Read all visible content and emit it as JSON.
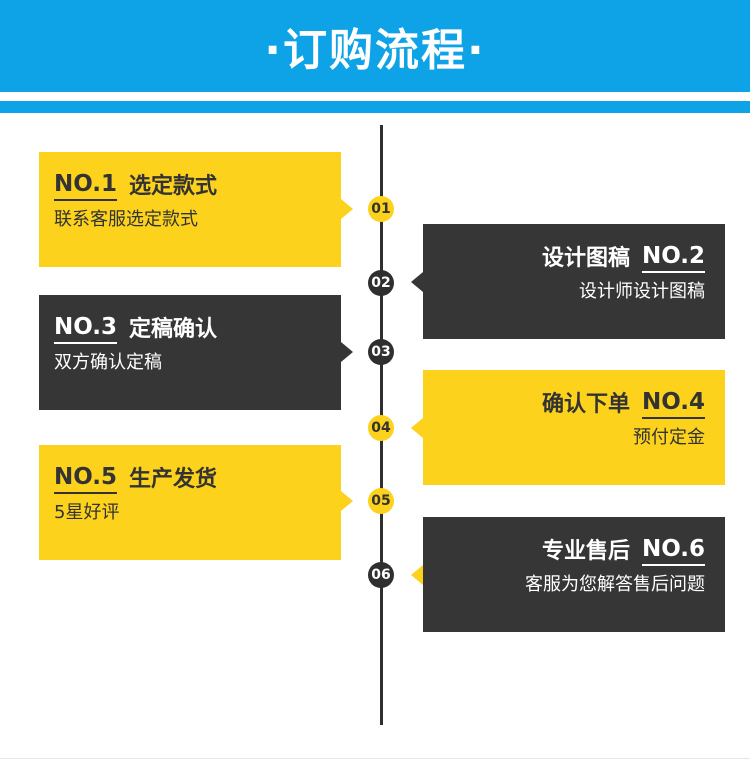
{
  "header": {
    "title": "·订购流程·"
  },
  "steps": [
    {
      "no": "NO.1",
      "title": "选定款式",
      "desc": "联系客服选定款式",
      "node": "01"
    },
    {
      "no": "NO.2",
      "title": "设计图稿",
      "desc": "设计师设计图稿",
      "node": "02"
    },
    {
      "no": "NO.3",
      "title": "定稿确认",
      "desc": "双方确认定稿",
      "node": "03"
    },
    {
      "no": "NO.4",
      "title": "确认下单",
      "desc": "预付定金",
      "node": "04"
    },
    {
      "no": "NO.5",
      "title": "生产发货",
      "desc": "5星好评",
      "node": "05"
    },
    {
      "no": "NO.6",
      "title": "专业售后",
      "desc": "客服为您解答售后问题",
      "node": "06"
    }
  ],
  "colors": {
    "accent": "#0ea2e6",
    "yellow": "#fcd21c",
    "dark": "#363636"
  }
}
